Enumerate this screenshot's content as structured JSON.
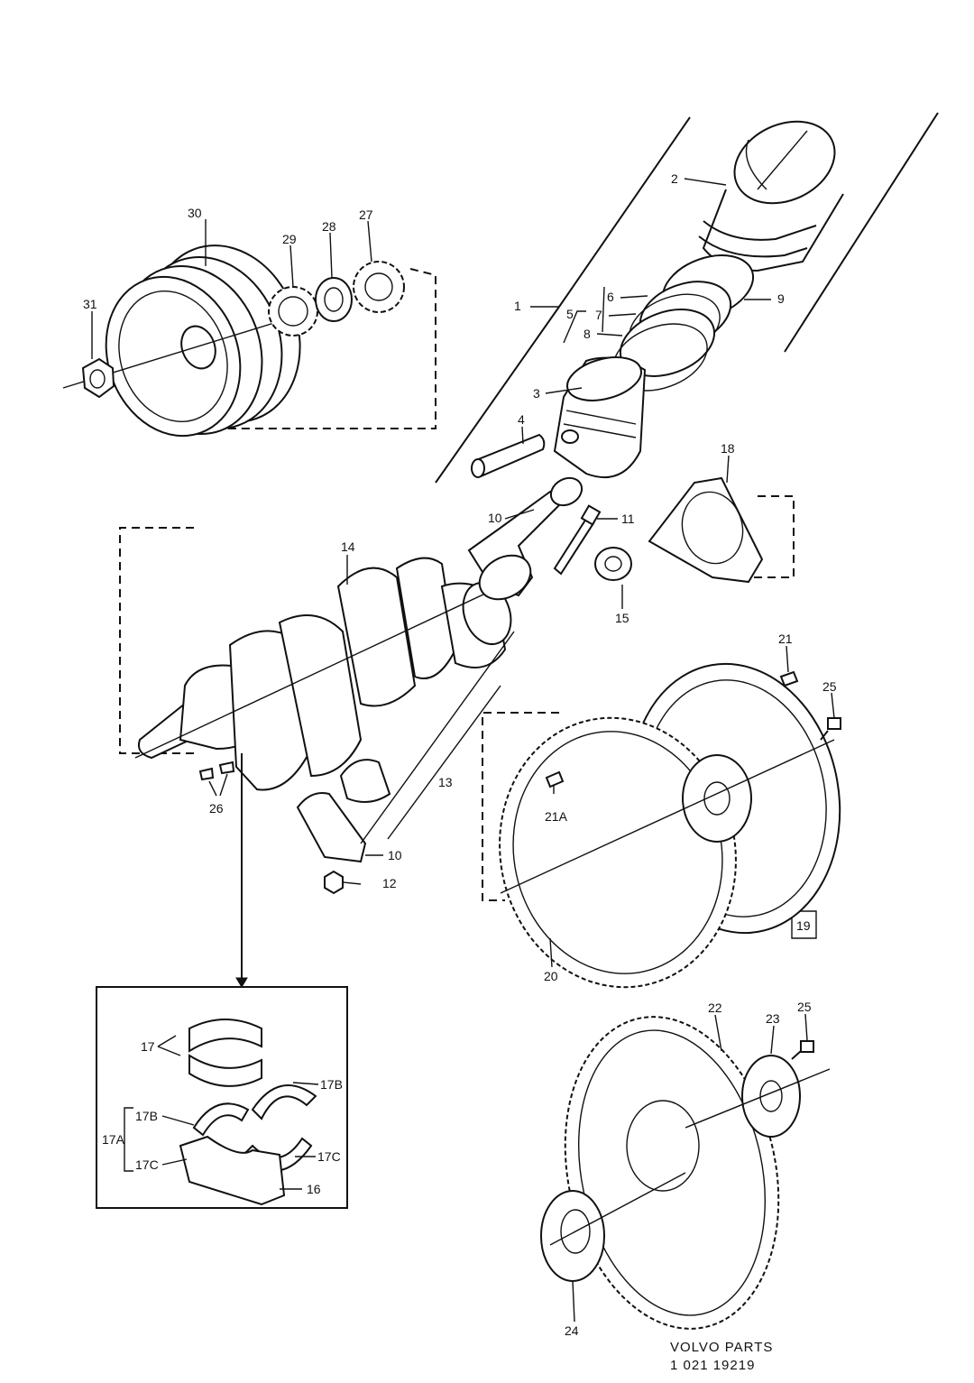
{
  "diagram": {
    "callouts": {
      "c1": "1",
      "c2": "2",
      "c3": "3",
      "c4": "4",
      "c5": "5",
      "c6": "6",
      "c7": "7",
      "c8": "8",
      "c9": "9",
      "c10a": "10",
      "c10b": "10",
      "c11": "11",
      "c12": "12",
      "c13": "13",
      "c14": "14",
      "c15": "15",
      "c16": "16",
      "c17": "17",
      "c17a": "17A",
      "c17b_top": "17B",
      "c17b_left": "17B",
      "c17c_right": "17C",
      "c17c_left": "17C",
      "c18": "18",
      "c19": "19",
      "c20": "20",
      "c21": "21",
      "c21a": "21A",
      "c22": "22",
      "c23": "23",
      "c24": "24",
      "c25a": "25",
      "c25b": "25",
      "c26": "26",
      "c27": "27",
      "c28": "28",
      "c29": "29",
      "c30": "30",
      "c31": "31"
    },
    "footer": {
      "brand": "VOLVO PARTS",
      "code": "1  021  19219"
    }
  }
}
